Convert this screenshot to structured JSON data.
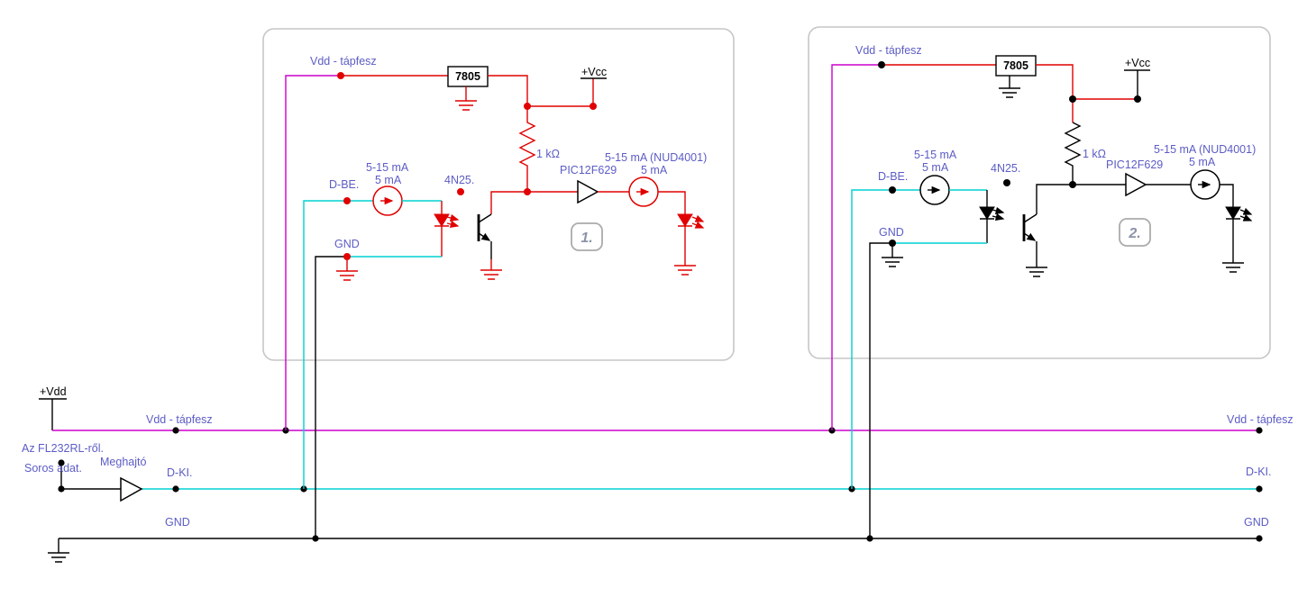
{
  "colors": {
    "labelBlue": "#5c5cc6",
    "wireRed": "#e00000",
    "wireMagenta": "#cc00cc",
    "wireCyan": "#00d0d0",
    "componentBlack": "#000000",
    "frameGray": "#c6c6c6",
    "badgeText": "#8d93a8"
  },
  "block1": {
    "supply_label": "Vdd - tápfesz",
    "regulator_label": "7805",
    "vcc_label": "+Vcc",
    "resistor_label": "1 kΩ",
    "in_current_range": "5-15 mA",
    "in_current_value": "5 mA",
    "din_label": "D-BE.",
    "opto_label": "4N25.",
    "gnd_label": "GND",
    "mcu_label": "PIC12F629",
    "out_current_range": "5-15 mA (NUD4001)",
    "out_current_value": "5 mA",
    "badge": "1."
  },
  "block2": {
    "supply_label": "Vdd - tápfesz",
    "regulator_label": "7805",
    "vcc_label": "+Vcc",
    "resistor_label": "1 kΩ",
    "in_current_range": "5-15 mA",
    "in_current_value": "5 mA",
    "din_label": "D-BE.",
    "opto_label": "4N25.",
    "gnd_label": "GND",
    "mcu_label": "PIC12F629",
    "out_current_range": "5-15 mA (NUD4001)",
    "out_current_value": "5 mA",
    "badge": "2."
  },
  "bus": {
    "vdd_symbol": "+Vdd",
    "vdd_label_left": "Vdd - tápfesz",
    "vdd_label_right": "Vdd - tápfesz",
    "source_label_line1": "Az FL232RL-ről.",
    "source_label_line2": "Soros adat.",
    "driver_label": "Meghajtó",
    "dout_label_left": "D-KI.",
    "dout_label_right": "D-KI.",
    "gnd_label_left": "GND",
    "gnd_label_right": "GND"
  }
}
